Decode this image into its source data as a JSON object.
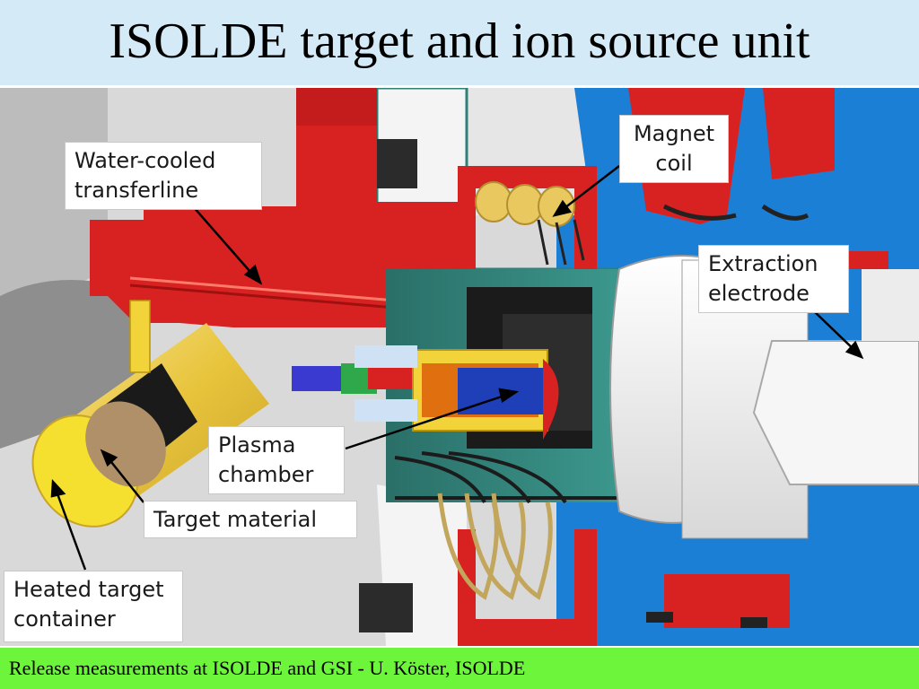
{
  "title": "ISOLDE target and ion source unit",
  "footer": "Release measurements at ISOLDE and GSI - U. Köster, ISOLDE",
  "labels": {
    "transferline": [
      "Water-cooled",
      "transferline"
    ],
    "magnet_coil": [
      "Magnet",
      "coil"
    ],
    "extraction_electrode": [
      "Extraction",
      "electrode"
    ],
    "plasma_chamber": [
      "Plasma",
      "chamber"
    ],
    "target_material": [
      "Target material"
    ],
    "heated_container": [
      "Heated target",
      "container"
    ]
  },
  "colors": {
    "title_bg": "#d5eaf7",
    "footer_bg": "#6cf53a",
    "housing_red": "#d82222",
    "cavity_teal": "#2e8078",
    "target_yellow": "#f2d43a",
    "background_blue": "#1c7fd6",
    "electrode_white": "#f2f2f2"
  }
}
